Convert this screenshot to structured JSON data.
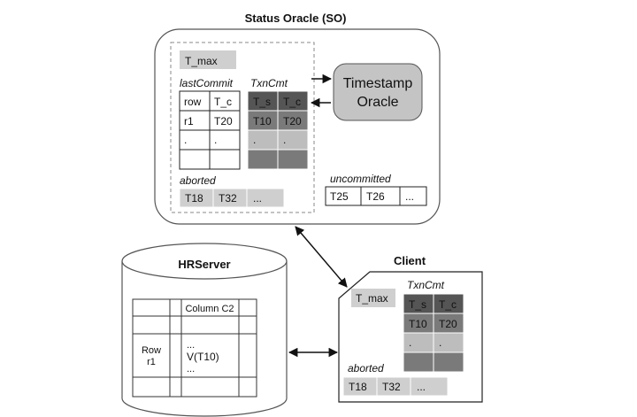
{
  "status_oracle": {
    "title": "Status Oracle (SO)",
    "t_max": "T_max",
    "last_commit": {
      "label": "lastCommit",
      "headers": [
        "row",
        "T_c"
      ],
      "rows": [
        [
          "r1",
          "T20"
        ],
        [
          ".",
          "."
        ],
        [
          "",
          ""
        ]
      ]
    },
    "txn_cmt": {
      "label": "TxnCmt",
      "headers": [
        "T_s",
        "T_c"
      ],
      "rows": [
        [
          "T10",
          "T20"
        ],
        [
          ".",
          "."
        ],
        [
          "",
          ""
        ]
      ]
    },
    "aborted": {
      "label": "aborted",
      "items": [
        "T18",
        "T32",
        "..."
      ]
    },
    "uncommitted": {
      "label": "uncommitted",
      "items": [
        "T25",
        "T26",
        "..."
      ]
    },
    "timestamp_oracle": {
      "line1": "Timestamp",
      "line2": "Oracle"
    }
  },
  "hrserver": {
    "title": "HRServer",
    "column_header": "Column C2",
    "row_label_line1": "Row",
    "row_label_line2": "r1",
    "cell_line1": "...",
    "cell_line2": "V(T10)",
    "cell_line3": "..."
  },
  "client": {
    "title": "Client",
    "t_max": "T_max",
    "txn_cmt": {
      "label": "TxnCmt",
      "headers": [
        "T_s",
        "T_c"
      ],
      "rows": [
        [
          "T10",
          "T20"
        ],
        [
          ".",
          "."
        ],
        [
          "",
          ""
        ]
      ]
    },
    "aborted": {
      "label": "aborted",
      "items": [
        "T18",
        "T32",
        "..."
      ]
    }
  }
}
